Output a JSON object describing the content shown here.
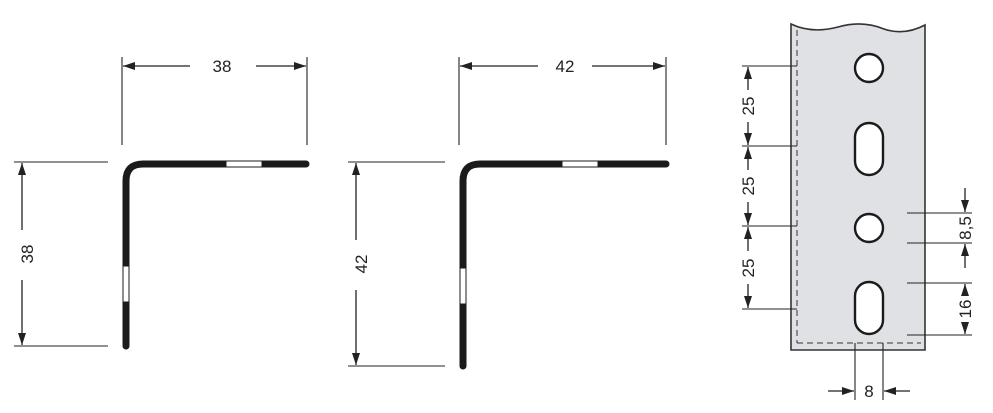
{
  "colors": {
    "line": "#222222",
    "profile": "#1b1b1b",
    "plate_fill": "#dfe1e4",
    "background": "#ffffff"
  },
  "angle_small": {
    "width_label": "38",
    "height_label": "38"
  },
  "angle_large": {
    "width_label": "42",
    "height_label": "42"
  },
  "rail": {
    "pitch_labels": [
      "25",
      "25",
      "25"
    ],
    "round_hole_label": "8,5",
    "slot_label": "16",
    "width_label": "8"
  }
}
